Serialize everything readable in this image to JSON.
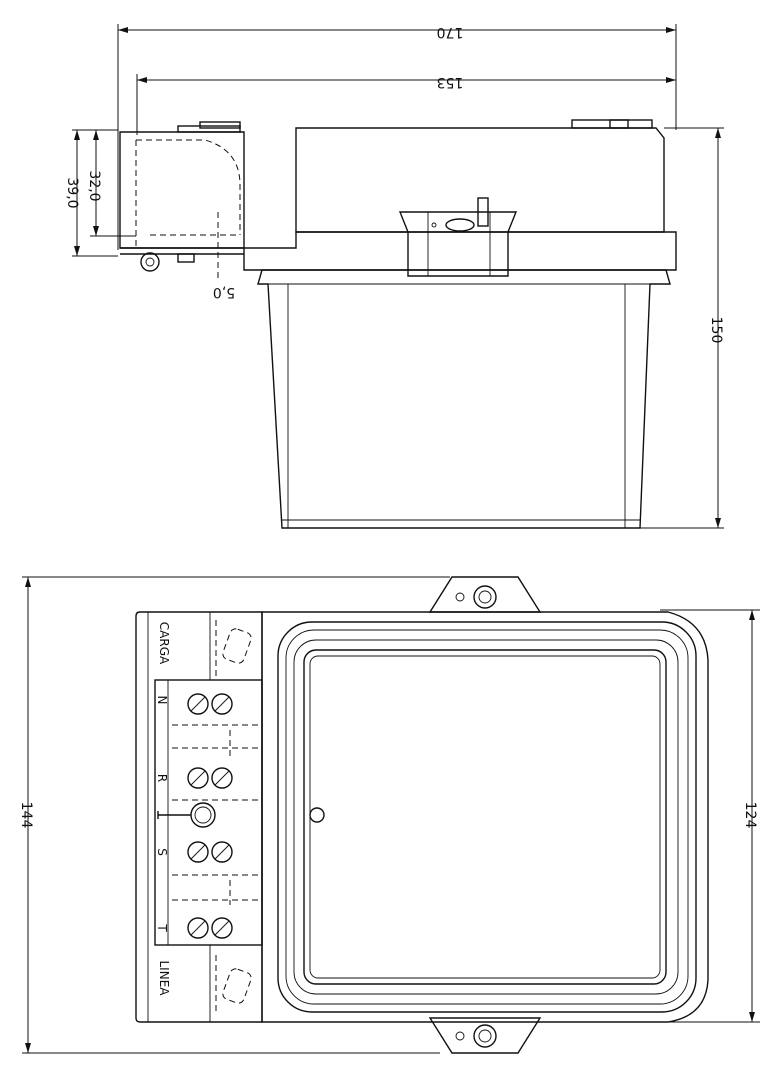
{
  "dimensions": {
    "overall_width": "170",
    "inner_width": "153",
    "side_height": "150",
    "depth_outer": "39,0",
    "depth_inner": "32,0",
    "base_offset": "5,0",
    "plan_height": "144",
    "plan_inner_height": "124"
  },
  "terminal_labels": {
    "top": "CARGA",
    "bottom": "LINEA"
  },
  "terminal_marks": [
    "N",
    "R",
    "S",
    "T"
  ],
  "colors": {
    "line": "#111111",
    "background": "#ffffff"
  }
}
